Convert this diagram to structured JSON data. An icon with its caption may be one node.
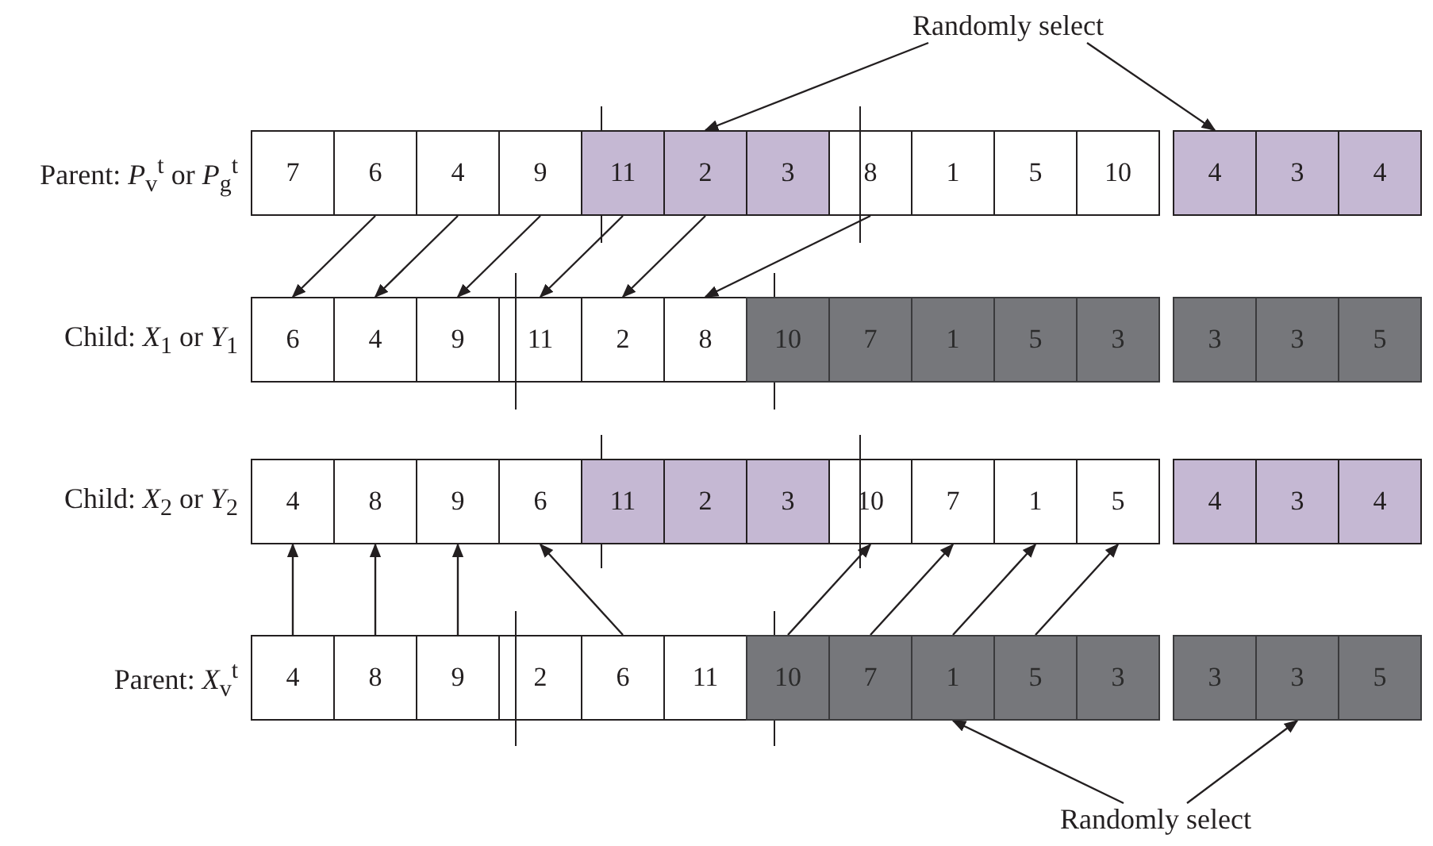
{
  "diagram": {
    "nodes": [
      {
        "text": [
          "Randomly select"
        ]
      },
      {
        "text": [
          "7"
        ]
      },
      {
        "text": [
          "6"
        ]
      },
      {
        "text": [
          "4"
        ]
      },
      {
        "text": [
          "9"
        ]
      },
      {
        "text": [
          "11"
        ]
      },
      {
        "text": [
          "2"
        ]
      },
      {
        "text": [
          "3"
        ]
      },
      {
        "text": [
          "8"
        ]
      },
      {
        "text": [
          "1"
        ]
      },
      {
        "text": [
          "5"
        ]
      },
      {
        "text": [
          "10"
        ]
      },
      {
        "text": [
          "4"
        ]
      },
      {
        "text": [
          "3"
        ]
      },
      {
        "text": [
          "4"
        ]
      },
      {
        "text": [
          "6"
        ]
      },
      {
        "text": [
          "4"
        ]
      },
      {
        "text": [
          "9"
        ]
      },
      {
        "text": [
          "11"
        ]
      },
      {
        "text": [
          "2"
        ]
      },
      {
        "text": [
          "8"
        ]
      },
      {
        "text": [
          "10"
        ]
      },
      {
        "text": [
          "7"
        ]
      },
      {
        "text": [
          "1"
        ]
      },
      {
        "text": [
          "5"
        ]
      },
      {
        "text": [
          "3"
        ]
      },
      {
        "text": [
          "3"
        ]
      },
      {
        "text": [
          "3"
        ]
      },
      {
        "text": [
          "5"
        ]
      },
      {
        "text": [
          "4"
        ]
      },
      {
        "text": [
          "8"
        ]
      },
      {
        "text": [
          "9"
        ]
      },
      {
        "text": [
          "6"
        ]
      },
      {
        "text": [
          "11"
        ]
      },
      {
        "text": [
          "2"
        ]
      },
      {
        "text": [
          "3"
        ]
      },
      {
        "text": [
          "10"
        ]
      },
      {
        "text": [
          "7"
        ]
      },
      {
        "text": [
          "1"
        ]
      },
      {
        "text": [
          "5"
        ]
      },
      {
        "text": [
          "4"
        ]
      },
      {
        "text": [
          "3"
        ]
      },
      {
        "text": [
          "4"
        ]
      },
      {
        "text": [
          "4"
        ]
      },
      {
        "text": [
          "8"
        ]
      },
      {
        "text": [
          "9"
        ]
      },
      {
        "text": [
          "2"
        ]
      },
      {
        "text": [
          "6"
        ]
      },
      {
        "text": [
          "11"
        ]
      },
      {
        "text": [
          "10"
        ]
      },
      {
        "text": [
          "7"
        ]
      },
      {
        "text": [
          "1"
        ]
      },
      {
        "text": [
          "5"
        ]
      },
      {
        "text": [
          "3"
        ]
      },
      {
        "text": [
          "3"
        ]
      },
      {
        "text": [
          "3"
        ]
      },
      {
        "text": [
          "5"
        ]
      },
      {
        "text": [
          "Randomly select"
        ]
      }
    ],
    "edges": [
      {
        "from": 0,
        "to": 6,
        "arrow": "to"
      },
      {
        "from": 0,
        "to": 12,
        "arrow": "to"
      },
      {
        "from": 2,
        "to": 15,
        "arrow": "to"
      },
      {
        "from": 3,
        "to": 16,
        "arrow": "to"
      },
      {
        "from": 4,
        "to": 17,
        "arrow": "to"
      },
      {
        "from": 5,
        "to": 18,
        "arrow": "to"
      },
      {
        "from": 6,
        "to": 19,
        "arrow": "to"
      },
      {
        "from": 8,
        "to": 20,
        "arrow": "to"
      },
      {
        "from": 43,
        "to": 29,
        "arrow": "to"
      },
      {
        "from": 44,
        "to": 30,
        "arrow": "to"
      },
      {
        "from": 45,
        "to": 31,
        "arrow": "to"
      },
      {
        "from": 47,
        "to": 32,
        "arrow": "to"
      },
      {
        "from": 49,
        "to": 36,
        "arrow": "to"
      },
      {
        "from": 50,
        "to": 37,
        "arrow": "to"
      },
      {
        "from": 51,
        "to": 38,
        "arrow": "to"
      },
      {
        "from": 52,
        "to": 39,
        "arrow": "to"
      },
      {
        "from": 57,
        "to": 51,
        "arrow": "to"
      },
      {
        "from": 57,
        "to": 55,
        "arrow": "to"
      }
    ],
    "labels": [
      "Parent: *P*$_{v}$$^{t}$ or *P*$_{g}$$^{t}$",
      "Child: *X*$_{1}$ or *Y*$_{1}$",
      "Child: *X*$_{2}$ or *Y*$_{2}$",
      "Parent: *X*$_{v}$$^{t}$"
    ]
  }
}
